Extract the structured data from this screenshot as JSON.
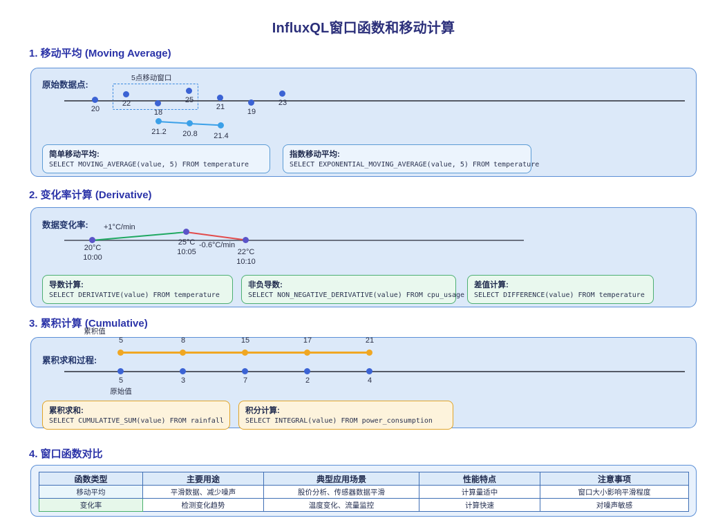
{
  "title": "InfluxQL窗口函数和移动计算",
  "sections": [
    {
      "heading": "1. 移动平均 (Moving Average)",
      "panel_label": "原始数据点:",
      "window_caption": "5点移动窗口",
      "raw_values": [
        "20",
        "22",
        "18",
        "25",
        "21",
        "19",
        "23"
      ],
      "ma_values": [
        "21.2",
        "20.8",
        "21.4"
      ],
      "codes": [
        {
          "title": "简单移动平均:",
          "code": "SELECT MOVING_AVERAGE(value, 5) FROM temperature"
        },
        {
          "title": "指数移动平均:",
          "code": "SELECT EXPONENTIAL_MOVING_AVERAGE(value, 5) FROM temperature"
        }
      ]
    },
    {
      "heading": "2. 变化率计算 (Derivative)",
      "panel_label": "数据变化率:",
      "points": [
        {
          "value": "20°C",
          "time": "10:00"
        },
        {
          "value": "25°C",
          "time": "10:05"
        },
        {
          "value": "22°C",
          "time": "10:10"
        }
      ],
      "rate_up": "+1°C/min",
      "rate_down": "-0.6°C/min",
      "codes": [
        {
          "title": "导数计算:",
          "code": "SELECT DERIVATIVE(value) FROM temperature"
        },
        {
          "title": "非负导数:",
          "code": "SELECT NON_NEGATIVE_DERIVATIVE(value) FROM cpu_usage"
        },
        {
          "title": "差值计算:",
          "code": "SELECT DIFFERENCE(value) FROM temperature"
        }
      ]
    },
    {
      "heading": "3. 累积计算 (Cumulative)",
      "panel_label": "累积求和过程:",
      "cumulative_label": "累积值",
      "raw_label": "原始值",
      "cumulative_values": [
        "5",
        "8",
        "15",
        "17",
        "21"
      ],
      "raw_values": [
        "5",
        "3",
        "7",
        "2",
        "4"
      ],
      "codes": [
        {
          "title": "累积求和:",
          "code": "SELECT CUMULATIVE_SUM(value) FROM rainfall"
        },
        {
          "title": "积分计算:",
          "code": "SELECT INTEGRAL(value) FROM power_consumption"
        }
      ]
    },
    {
      "heading": "4. 窗口函数对比"
    }
  ],
  "table": {
    "headers": [
      "函数类型",
      "主要用途",
      "典型应用场景",
      "性能特点",
      "注意事项"
    ],
    "rows": [
      [
        "移动平均",
        "平滑数据、减少噪声",
        "股价分析、传感器数据平滑",
        "计算量适中",
        "窗口大小影响平滑程度"
      ],
      [
        "变化率",
        "检测变化趋势",
        "温度变化、流量监控",
        "计算快速",
        "对噪声敏感"
      ]
    ]
  },
  "colors": {
    "title": "#2b2f7a",
    "section_heading": "#2b33a8",
    "panel_bg": "#dce9f9",
    "panel_border": "#5b8fd6",
    "dot_blue": "#3b63d4",
    "dot_light_blue": "#3ba0e8",
    "dot_orange": "#f0a723",
    "line_up": "#1fa861",
    "line_down": "#e24b4b"
  }
}
